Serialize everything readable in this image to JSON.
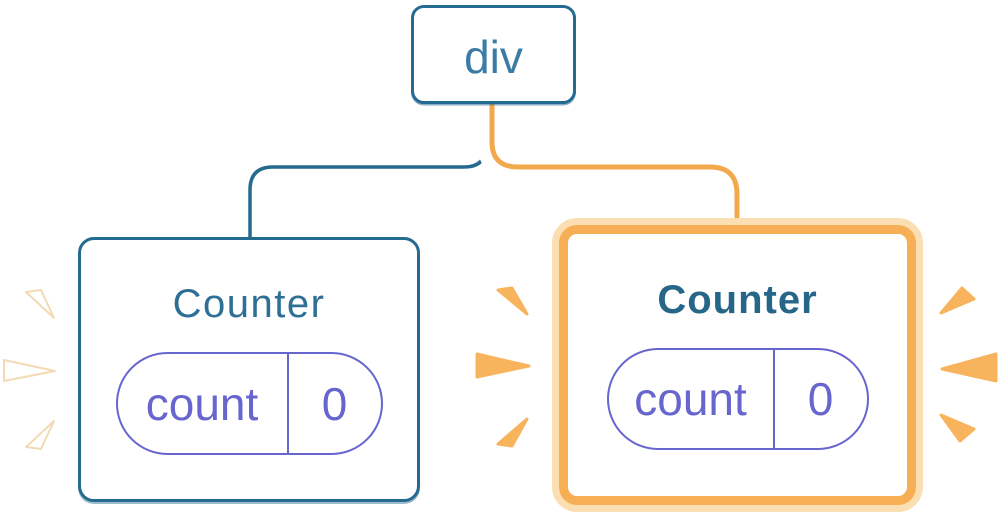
{
  "diagram": {
    "root": {
      "label": "div"
    },
    "children": [
      {
        "title": "Counter",
        "highlighted": false,
        "state": {
          "key": "count",
          "value": "0"
        }
      },
      {
        "title": "Counter",
        "highlighted": true,
        "state": {
          "key": "count",
          "value": "0"
        }
      }
    ]
  },
  "colors": {
    "bg": "#ffffff",
    "node-border-blue": "#256a8f",
    "node-text-blue": "#3a7ca6",
    "title-blue": "#2e6f96",
    "title-blue-bold": "#266689",
    "pill-purple": "#6765ce",
    "edge-blue": "#256a8f",
    "edge-orange": "#f2a94c",
    "casing": "#ffffff",
    "orange-border": "#f7af55",
    "orange-ring": "#fbdeb2",
    "spark-orange": "#f8b45c",
    "spark-white-fill": "#ffffff",
    "spark-white-stroke": "#f2dbb4"
  }
}
